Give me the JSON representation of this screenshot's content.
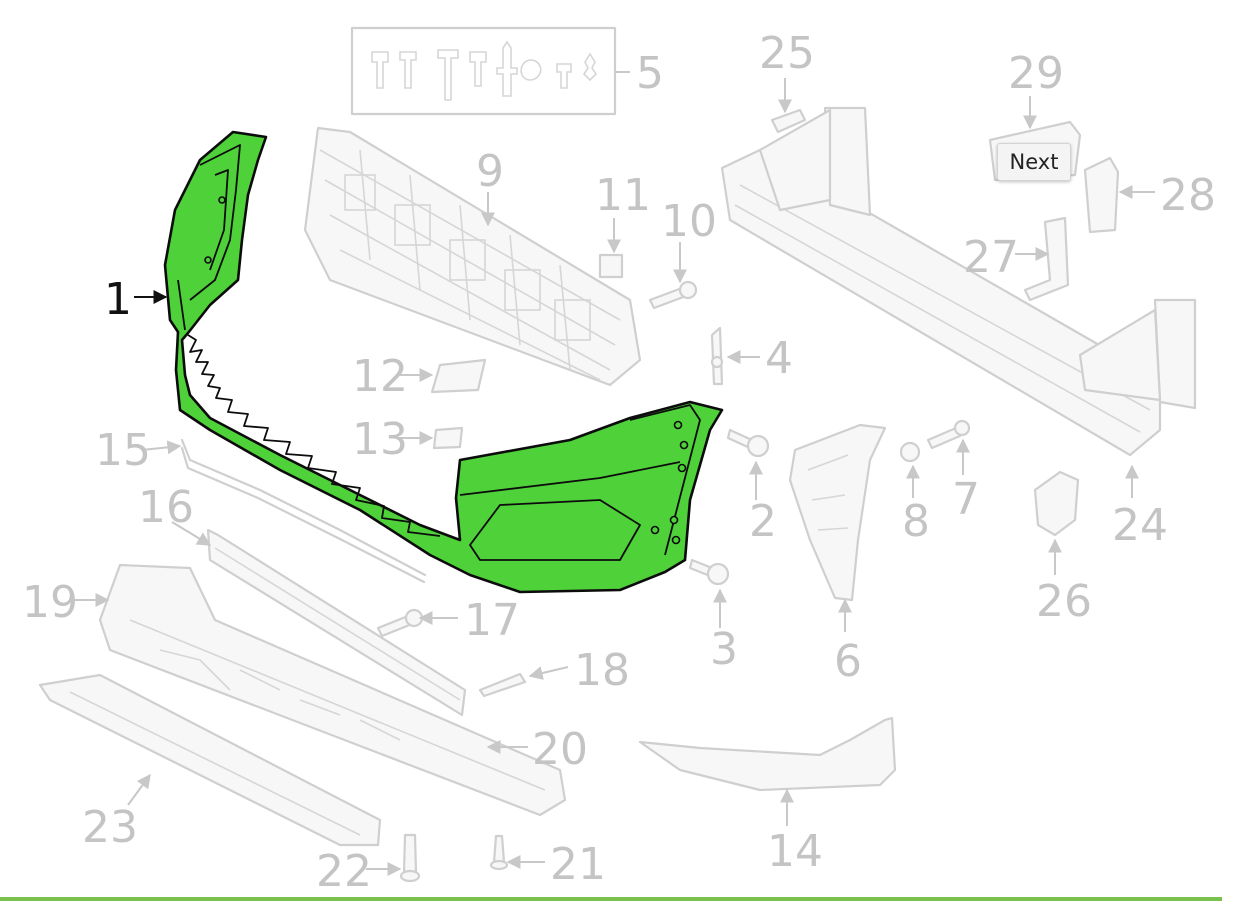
{
  "tooltip": {
    "label": "Next"
  },
  "highlight_color": "#4fd13a",
  "rule_color": "#79c04f",
  "callouts": {
    "c1": "1",
    "c2": "2",
    "c3": "3",
    "c4": "4",
    "c5": "5",
    "c6": "6",
    "c7": "7",
    "c8": "8",
    "c9": "9",
    "c10": "10",
    "c11": "11",
    "c12": "12",
    "c13": "13",
    "c14": "14",
    "c15": "15",
    "c16": "16",
    "c17": "17",
    "c18": "18",
    "c19": "19",
    "c20": "20",
    "c21": "21",
    "c22": "22",
    "c23": "23",
    "c24": "24",
    "c25": "25",
    "c26": "26",
    "c27": "27",
    "c28": "28",
    "c29": "29"
  }
}
